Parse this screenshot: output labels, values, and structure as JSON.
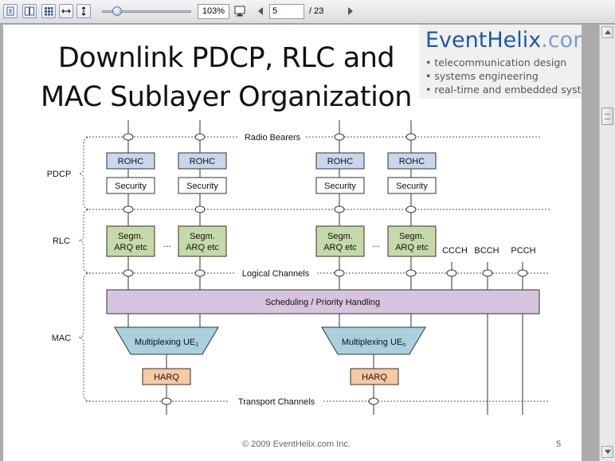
{
  "toolbar": {
    "zoom": "103%",
    "page_current": "5",
    "page_total": "/ 23"
  },
  "logo": {
    "word_part1": "EventHelix",
    "word_part2": ".com",
    "lines": [
      "• telecommunication design",
      "• systems engineering",
      "• real-time and embedded systems"
    ]
  },
  "slide": {
    "title_line1": "Downlink PDCP, RLC and",
    "title_line2": "MAC Sublayer Organization",
    "footer_copyright": "© 2009 EventHelix.com Inc.",
    "page_number": "5"
  },
  "diagram": {
    "radio_bearers": "Radio Bearers",
    "logical_channels": "Logical Channels",
    "transport_channels": "Transport Channels",
    "layers": [
      "PDCP",
      "RLC",
      "MAC"
    ],
    "rohc": "ROHC",
    "security": "Security",
    "segm_line1": "Segm.",
    "segm_line2": "ARQ etc",
    "ellipsis": "...",
    "common_channels": [
      "CCCH",
      "BCCH",
      "PCCH"
    ],
    "scheduling": "Scheduling / Priority Handling",
    "mux_left_base": "Multiplexing UE",
    "mux_left_sub": "1",
    "mux_right_base": "Multiplexing UE",
    "mux_right_sub": "n",
    "harq": "HARQ"
  },
  "colors": {
    "rohc_fill": "#c8d7ea",
    "segm_fill": "#c6d9a8",
    "scheduling_fill": "#d7c4de",
    "mux_fill": "#a9d0dc",
    "harq_fill": "#f7c9a5"
  }
}
